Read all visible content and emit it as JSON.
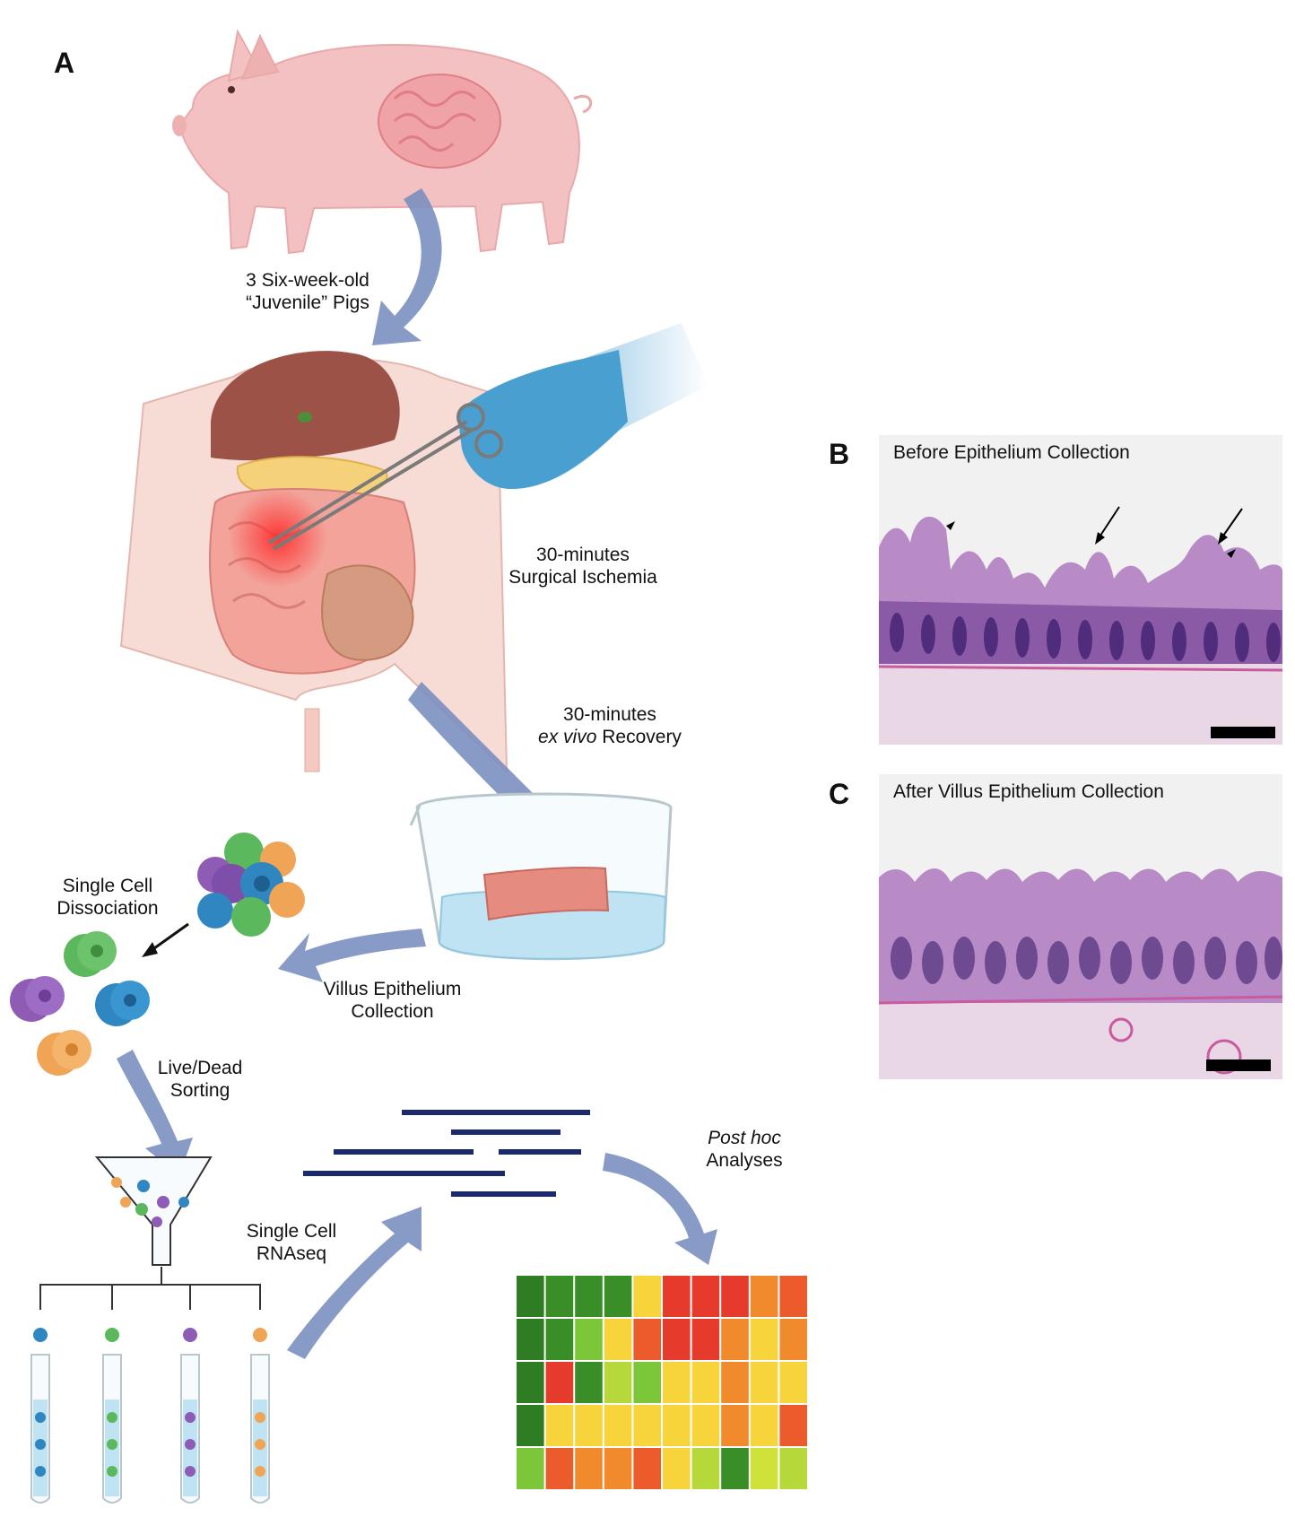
{
  "panels": {
    "a": "A",
    "b": "B",
    "c": "C"
  },
  "labels": {
    "pigs_l1": "3 Six-week-old",
    "pigs_l2": "“Juvenile” Pigs",
    "ischemia_l1": "30-minutes",
    "ischemia_l2": "Surgical Ischemia",
    "recovery_l1": "30-minutes",
    "recovery_l2_italic": "ex vivo",
    "recovery_l2_rest": " Recovery",
    "dissociation_l1": "Single Cell",
    "dissociation_l2": "Dissociation",
    "villus_l1": "Villus Epithelium",
    "villus_l2": "Collection",
    "livedead_l1": "Live/Dead",
    "livedead_l2": "Sorting",
    "rnaseq_l1": "Single Cell",
    "rnaseq_l2": "RNAseq",
    "posthoc_l1": "Post hoc",
    "posthoc_l2": "Analyses"
  },
  "histology": {
    "before_title": "Before Epithelium Collection",
    "after_title": "After Villus Epithelium Collection"
  },
  "heatmap": {
    "rows": [
      [
        "#2e7d22",
        "#3a8e28",
        "#3a8e28",
        "#3a8e28",
        "#f7d43c",
        "#e53a2c",
        "#e53a2c",
        "#e53a2c",
        "#f08a2c",
        "#ec5b2c"
      ],
      [
        "#2e7d22",
        "#3a8e28",
        "#7cc63a",
        "#f7d43c",
        "#ec5b2c",
        "#e53a2c",
        "#e53a2c",
        "#f08a2c",
        "#f7d43c",
        "#f08a2c"
      ],
      [
        "#2e7d22",
        "#e53a2c",
        "#3a8e28",
        "#b6d83a",
        "#7cc63a",
        "#f7d43c",
        "#f7d43c",
        "#f08a2c",
        "#f7d43c",
        "#f7d43c"
      ],
      [
        "#2e7d22",
        "#f7d43c",
        "#f7d43c",
        "#f7d43c",
        "#f7d43c",
        "#f7d43c",
        "#f7d43c",
        "#f08a2c",
        "#f7d43c",
        "#ec5b2c"
      ],
      [
        "#7cc63a",
        "#ec5b2c",
        "#f08a2c",
        "#f08a2c",
        "#ec5b2c",
        "#f7d43c",
        "#b6d83a",
        "#3a8e28",
        "#cfe23a",
        "#b6d83a"
      ]
    ]
  },
  "colors": {
    "arrow": "#7b8fc0",
    "seq_bars": "#1a2a6c",
    "pig": "#f3c1c1",
    "glove": "#4a9fd1"
  }
}
